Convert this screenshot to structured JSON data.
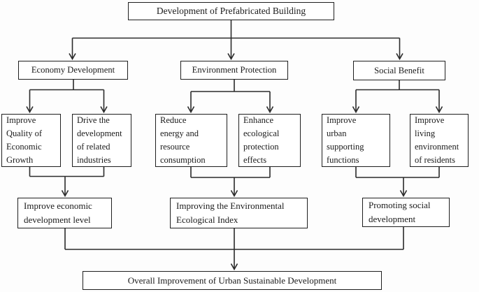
{
  "diagram": {
    "title": "Development of Prefabricated Building",
    "categories": [
      {
        "label": "Economy Development",
        "factors": [
          "Improve\nQuality of\nEconomic\nGrowth",
          "Drive the\ndevelopment\nof related\nindustries"
        ],
        "outcome": "Improve economic\ndevelopment level"
      },
      {
        "label": "Environment Protection",
        "factors": [
          "Reduce\nenergy and\nresource\nconsumption",
          "Enhance\necological\nprotection\neffects"
        ],
        "outcome": "Improving the Environmental\nEcological Index"
      },
      {
        "label": "Social Benefit",
        "factors": [
          "Improve\nurban\nsupporting\nfunctions",
          "Improve\nliving\nenvironment\nof residents"
        ],
        "outcome": "Promoting social\ndevelopment"
      }
    ],
    "final": "Overall Improvement of Urban Sustainable Development",
    "colors": {
      "line": "#2b2b2b",
      "border": "#1f1f1f",
      "text": "#1b1b1b",
      "background": "#ffffff"
    }
  }
}
